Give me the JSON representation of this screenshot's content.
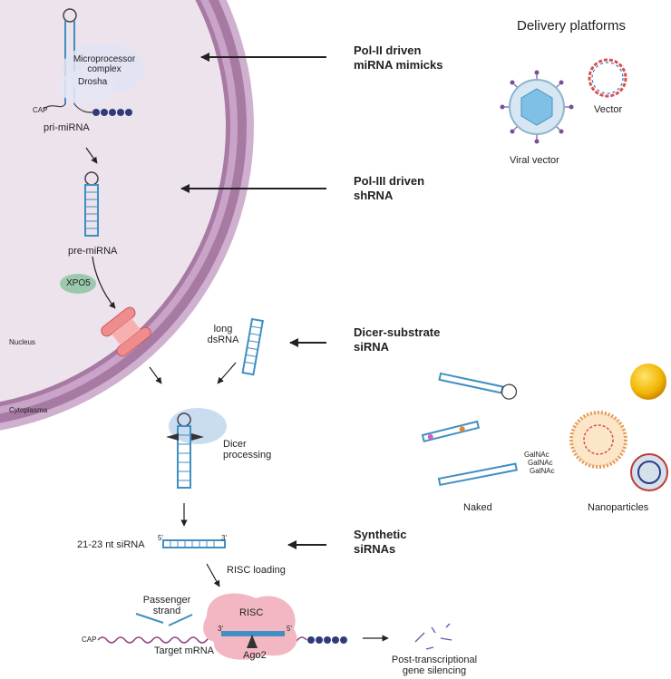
{
  "header": {
    "delivery_title": "Delivery platforms"
  },
  "nucleus": {
    "microprocessor_label": "Microprocessor complex",
    "drosha_label": "Drosha",
    "cap_label": "CAP",
    "pri_mirna_label": "pri-miRNA",
    "pre_mirna_label": "pre-miRNA",
    "xpo5_label": "XPO5",
    "nucleus_label": "Nucleus",
    "cytoplasma_label": "Cytoplasma"
  },
  "pathway": {
    "long_dsrna_label": "long dsRNA",
    "dicer_label": "Dicer processing",
    "sirna_label": "21-23 nt siRNA",
    "five_prime": "5'",
    "three_prime": "3'",
    "risc_loading_label": "RISC loading",
    "passenger_label": "Passenger strand",
    "risc_label": "RISC",
    "risc_three_prime": "3'",
    "risc_five_prime": "5'",
    "cap_label": "CAP",
    "target_mrna_label": "Target mRNA",
    "ago2_label": "Ago2",
    "ptgs_label": "Post-transcriptional gene silencing"
  },
  "strategies": {
    "pol2": "Pol-II driven miRNA mimicks",
    "pol3": "Pol-III driven shRNA",
    "dicer_substrate": "Dicer-substrate siRNA",
    "synthetic": "Synthetic siRNAs"
  },
  "delivery": {
    "viral_vector_label": "Viral vector",
    "vector_label": "Vector",
    "naked_label": "Naked",
    "nanoparticles_label": "Nanoparticles",
    "galnac_labels": [
      "GalNAc",
      "GalNAc",
      "GalNAc"
    ]
  },
  "colors": {
    "nucleus_fill": "#ede3ec",
    "membrane": "#a77aa4",
    "membrane_light": "#c9a3c8",
    "rna_blue": "#3f8fc2",
    "mrna_purple": "#8a3f79",
    "polya": "#2e3a7a",
    "risc": "#f3b7c3",
    "pore": "#ef8d8d",
    "xpo5": "#9cc9ae",
    "gold": "#f2b705"
  }
}
